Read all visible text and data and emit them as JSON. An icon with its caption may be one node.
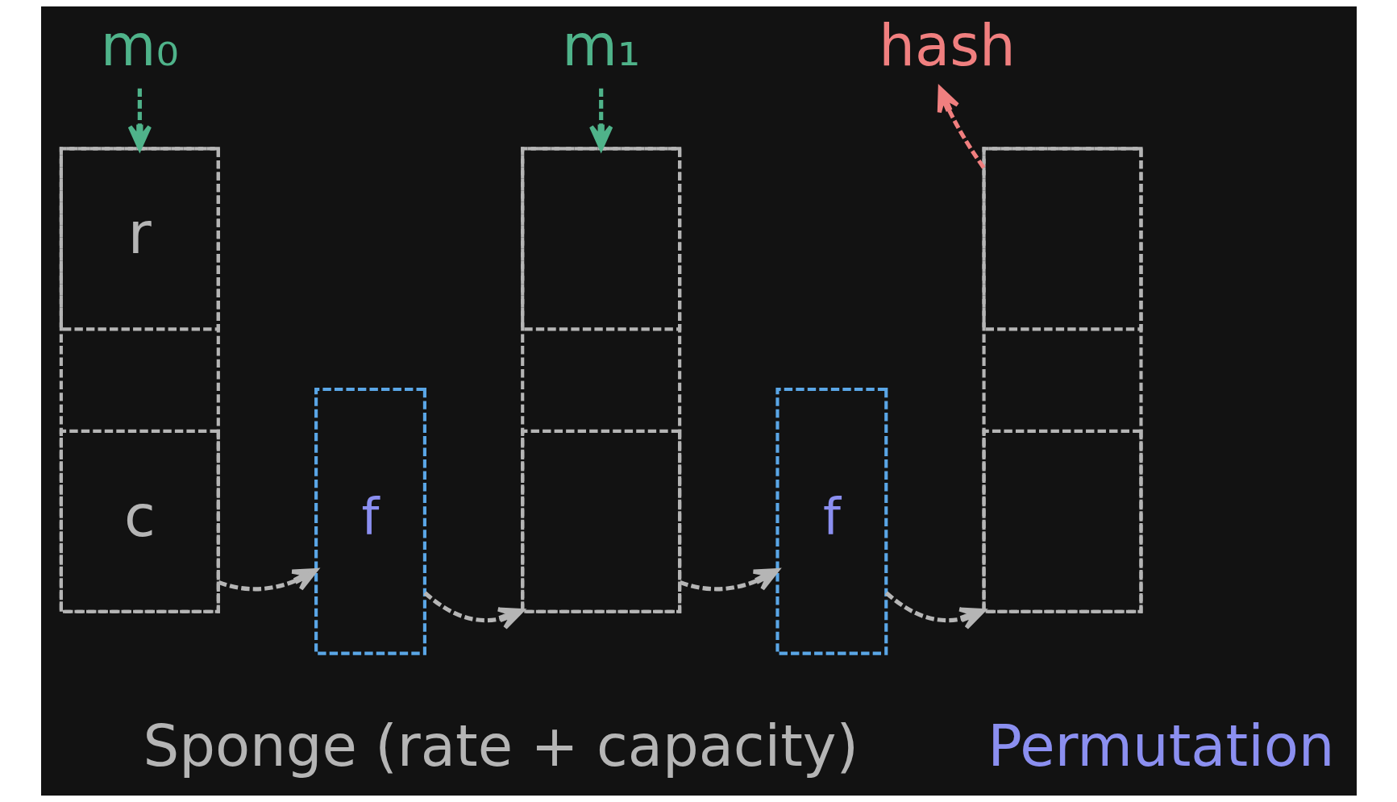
{
  "diagram": {
    "nodes": [
      {
        "text": [
          "m₀"
        ]
      },
      {
        "text": [
          "m₁"
        ]
      },
      {
        "text": [
          "hash"
        ]
      },
      {
        "text": [],
        "shape": "box"
      },
      {
        "text": [
          "r"
        ],
        "in": 3
      },
      {
        "text": [
          "c"
        ],
        "in": 3
      },
      {
        "text": [
          "f"
        ]
      },
      {
        "text": [],
        "shape": "box"
      },
      {
        "text": [],
        "shape": "box",
        "in": 7
      },
      {
        "text": [],
        "shape": "box",
        "in": 7
      },
      {
        "text": [
          "f"
        ]
      },
      {
        "text": [],
        "shape": "box"
      },
      {
        "text": [],
        "shape": "box",
        "in": 11
      },
      {
        "text": [],
        "shape": "box",
        "in": 11
      }
    ],
    "edges": [
      {
        "from": 0,
        "to": 4,
        "arrow": "to",
        "style": "dashed",
        "color": "#4fb38a"
      },
      {
        "from": 5,
        "to": 6,
        "arrow": "to",
        "style": "dashed"
      },
      {
        "from": 6,
        "to": 9,
        "arrow": "to",
        "style": "dashed"
      },
      {
        "from": 1,
        "to": 8,
        "arrow": "to",
        "style": "dashed",
        "color": "#4fb38a"
      },
      {
        "from": 9,
        "to": 10,
        "arrow": "to",
        "style": "dashed"
      },
      {
        "from": 10,
        "to": 13,
        "arrow": "to",
        "style": "dashed"
      },
      {
        "from": 12,
        "to": 2,
        "arrow": "to",
        "style": "dashed",
        "color": "#f07f7f"
      }
    ],
    "labels": [
      "Sponge (rate + capacity)",
      "Permutation"
    ]
  }
}
